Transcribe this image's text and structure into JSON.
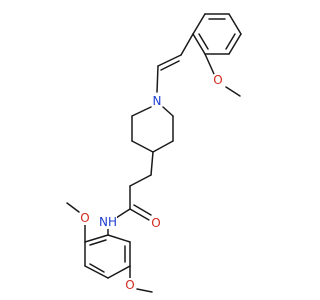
{
  "structure": {
    "name": "",
    "atom_labels": {
      "amine_n": "N",
      "amide_nh": "NH",
      "carbonyl_o": "O",
      "ortho_ome_o": "O",
      "para_ome_o": "O",
      "aryl_ome_o": "O"
    },
    "colors": {
      "bond": "#1a1a1a",
      "nitrogen": "#1f3fd1",
      "oxygen": "#d12a1f",
      "background": "#ffffff"
    }
  }
}
